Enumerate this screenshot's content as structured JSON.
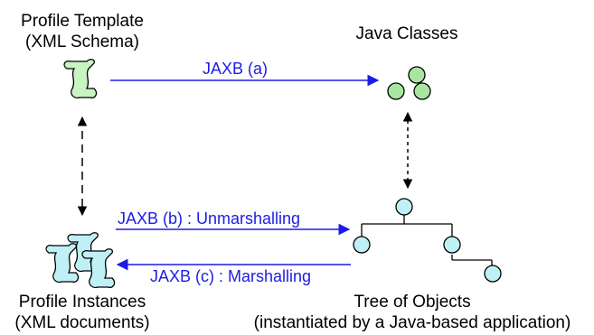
{
  "nodes": {
    "profile_template": {
      "line1": "Profile Template",
      "line2": "(XML Schema)"
    },
    "java_classes": {
      "label": "Java Classes"
    },
    "profile_instances": {
      "line1": "Profile Instances",
      "line2": "(XML documents)"
    },
    "tree_of_objects": {
      "line1": "Tree of Objects",
      "line2": "(instantiated by a Java-based application)"
    }
  },
  "edges": {
    "jaxb_a": {
      "label": "JAXB (a)"
    },
    "jaxb_b": {
      "label": "JAXB (b) : Unmarshalling"
    },
    "jaxb_c": {
      "label": "JAXB (c) : Marshalling"
    }
  },
  "icons": {
    "schema": "scroll-icon",
    "classes": "circle-cluster-icon",
    "instances": "scroll-stack-icon",
    "tree": "object-tree-icon"
  },
  "colors": {
    "arrow": "#1c1ce6",
    "arrow_label": "#1c1ce6",
    "schema_fill": "#c8f5c0",
    "classes_fill": "#a8e6a0",
    "instances_fill": "#bff0f5",
    "tree_fill": "#bff0f5",
    "outline": "#000000"
  }
}
